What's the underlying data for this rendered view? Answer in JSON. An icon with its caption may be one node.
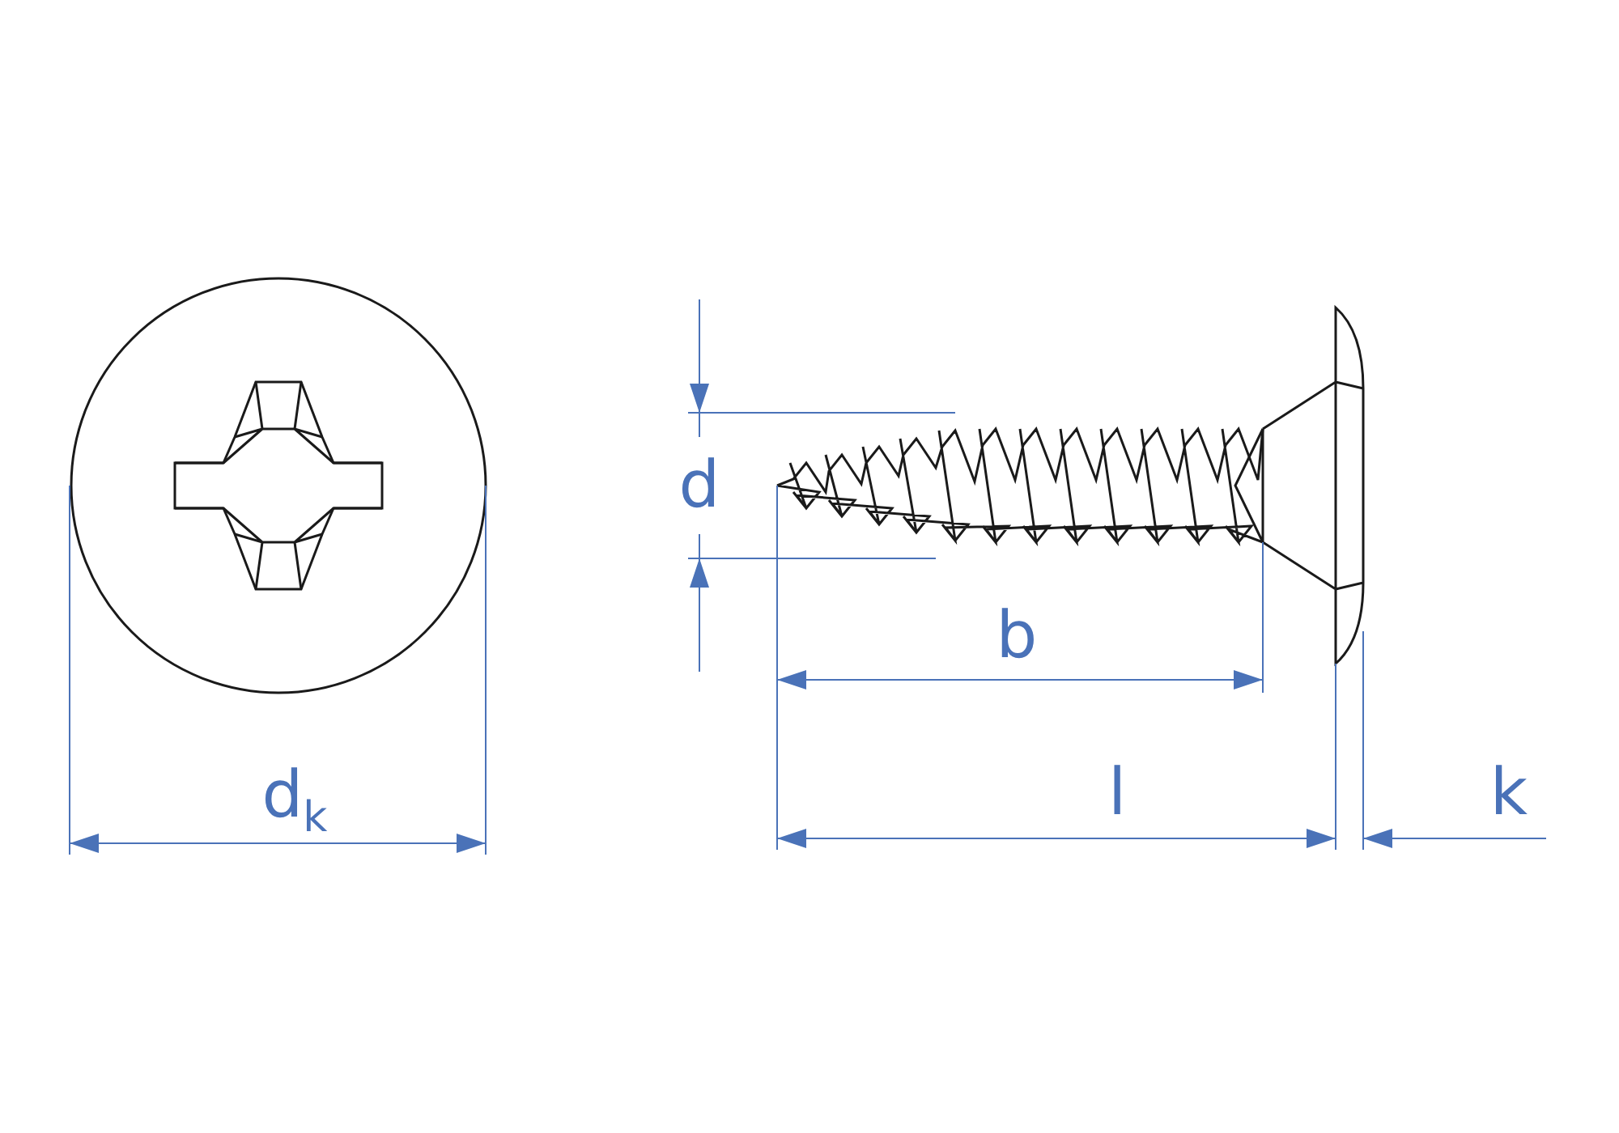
{
  "diagram": {
    "labels": [
      "d",
      "b",
      "d$_{k}$",
      "l",
      "k"
    ]
  }
}
